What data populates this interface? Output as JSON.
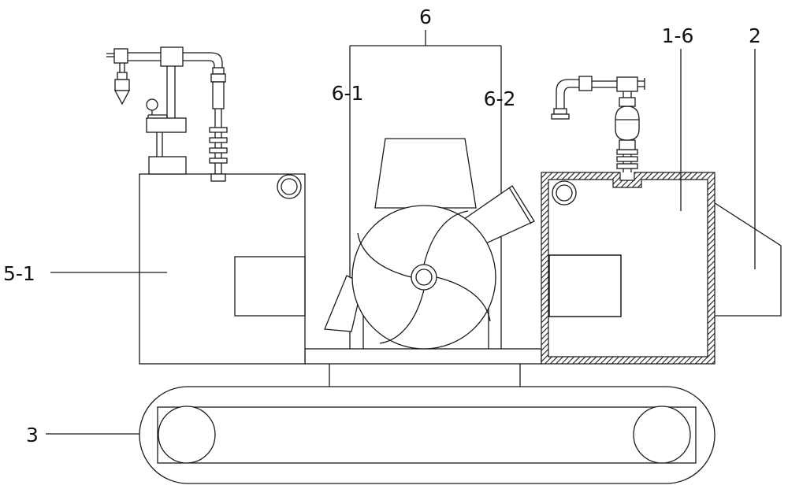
{
  "labels": {
    "assembly": "6",
    "part_6_1": "6-1",
    "part_6_2": "6-2",
    "part_1_6": "1-6",
    "part_2": "2",
    "part_5_1": "5-1",
    "part_3": "3"
  },
  "colors": {
    "line": "#1a1a1a",
    "background": "#ffffff"
  }
}
